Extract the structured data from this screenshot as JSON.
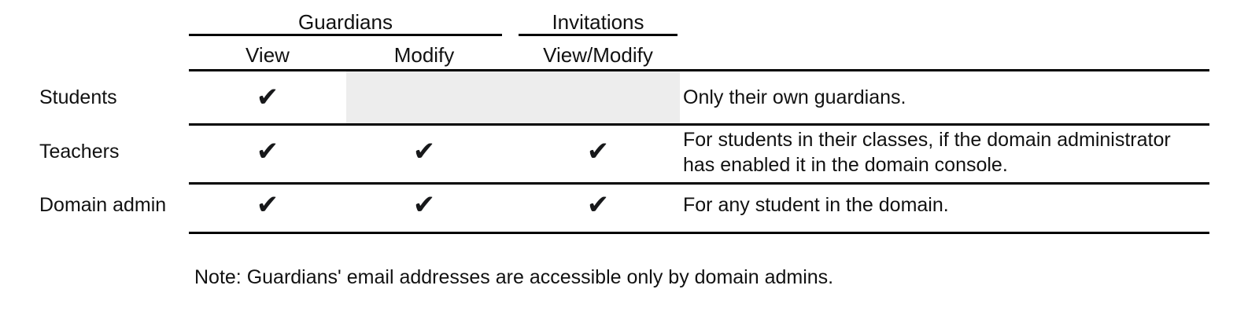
{
  "table": {
    "column_groups": [
      {
        "label": "Guardians",
        "spans": [
          "View",
          "Modify"
        ]
      },
      {
        "label": "Invitations",
        "spans": [
          "View/Modify"
        ]
      }
    ],
    "sub_headers": {
      "guardians_view": "View",
      "guardians_modify": "Modify",
      "invitations_view_modify": "View/Modify"
    },
    "check_glyph": "✔",
    "shade_color": "#ededed",
    "rule_color": "#000000",
    "rows": [
      {
        "label": "Students",
        "guardians_view": "✔",
        "guardians_modify": "",
        "invitations_view_modify": "",
        "shaded": true,
        "description_line_1": "Only their own guardians.",
        "description_line_2": ""
      },
      {
        "label": "Teachers",
        "guardians_view": "✔",
        "guardians_modify": "✔",
        "invitations_view_modify": "✔",
        "shaded": false,
        "description_line_1": "For students in their classes, if the domain administrator",
        "description_line_2": "has enabled it in the domain console."
      },
      {
        "label": "Domain admin",
        "guardians_view": "✔",
        "guardians_modify": "✔",
        "invitations_view_modify": "✔",
        "shaded": false,
        "description_line_1": "For any student in the domain.",
        "description_line_2": ""
      }
    ]
  },
  "footnote": {
    "text": "Note: Guardians' email addresses are accessible only by domain admins."
  }
}
